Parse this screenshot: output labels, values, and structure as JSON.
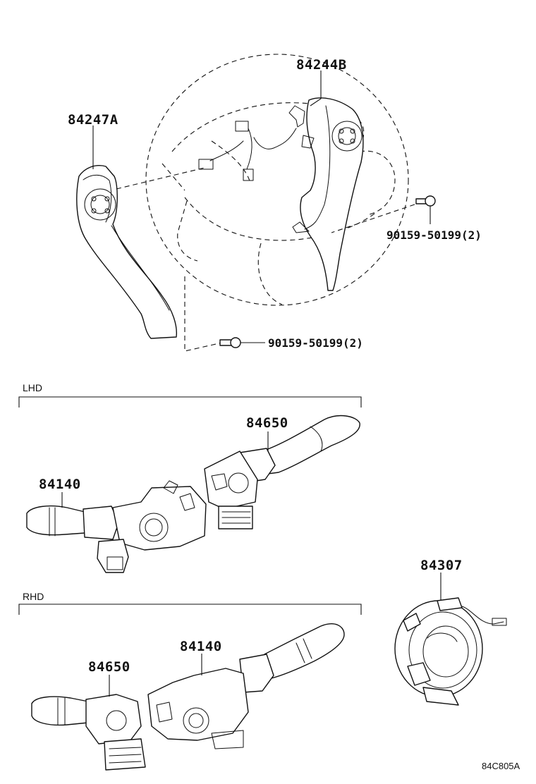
{
  "sections": {
    "lhd": "LHD",
    "rhd": "RHD"
  },
  "parts": {
    "steering_pad_left": "84247A",
    "steering_pad_right": "84244B",
    "bolt_upper": "90159-50199(2)",
    "bolt_lower": "90159-50199(2)",
    "lhd_wiper_switch": "84650",
    "lhd_turn_switch": "84140",
    "rhd_turn_switch": "84140",
    "rhd_wiper_switch": "84650",
    "spiral_cable": "84307"
  },
  "diagram_code": "84C805A"
}
